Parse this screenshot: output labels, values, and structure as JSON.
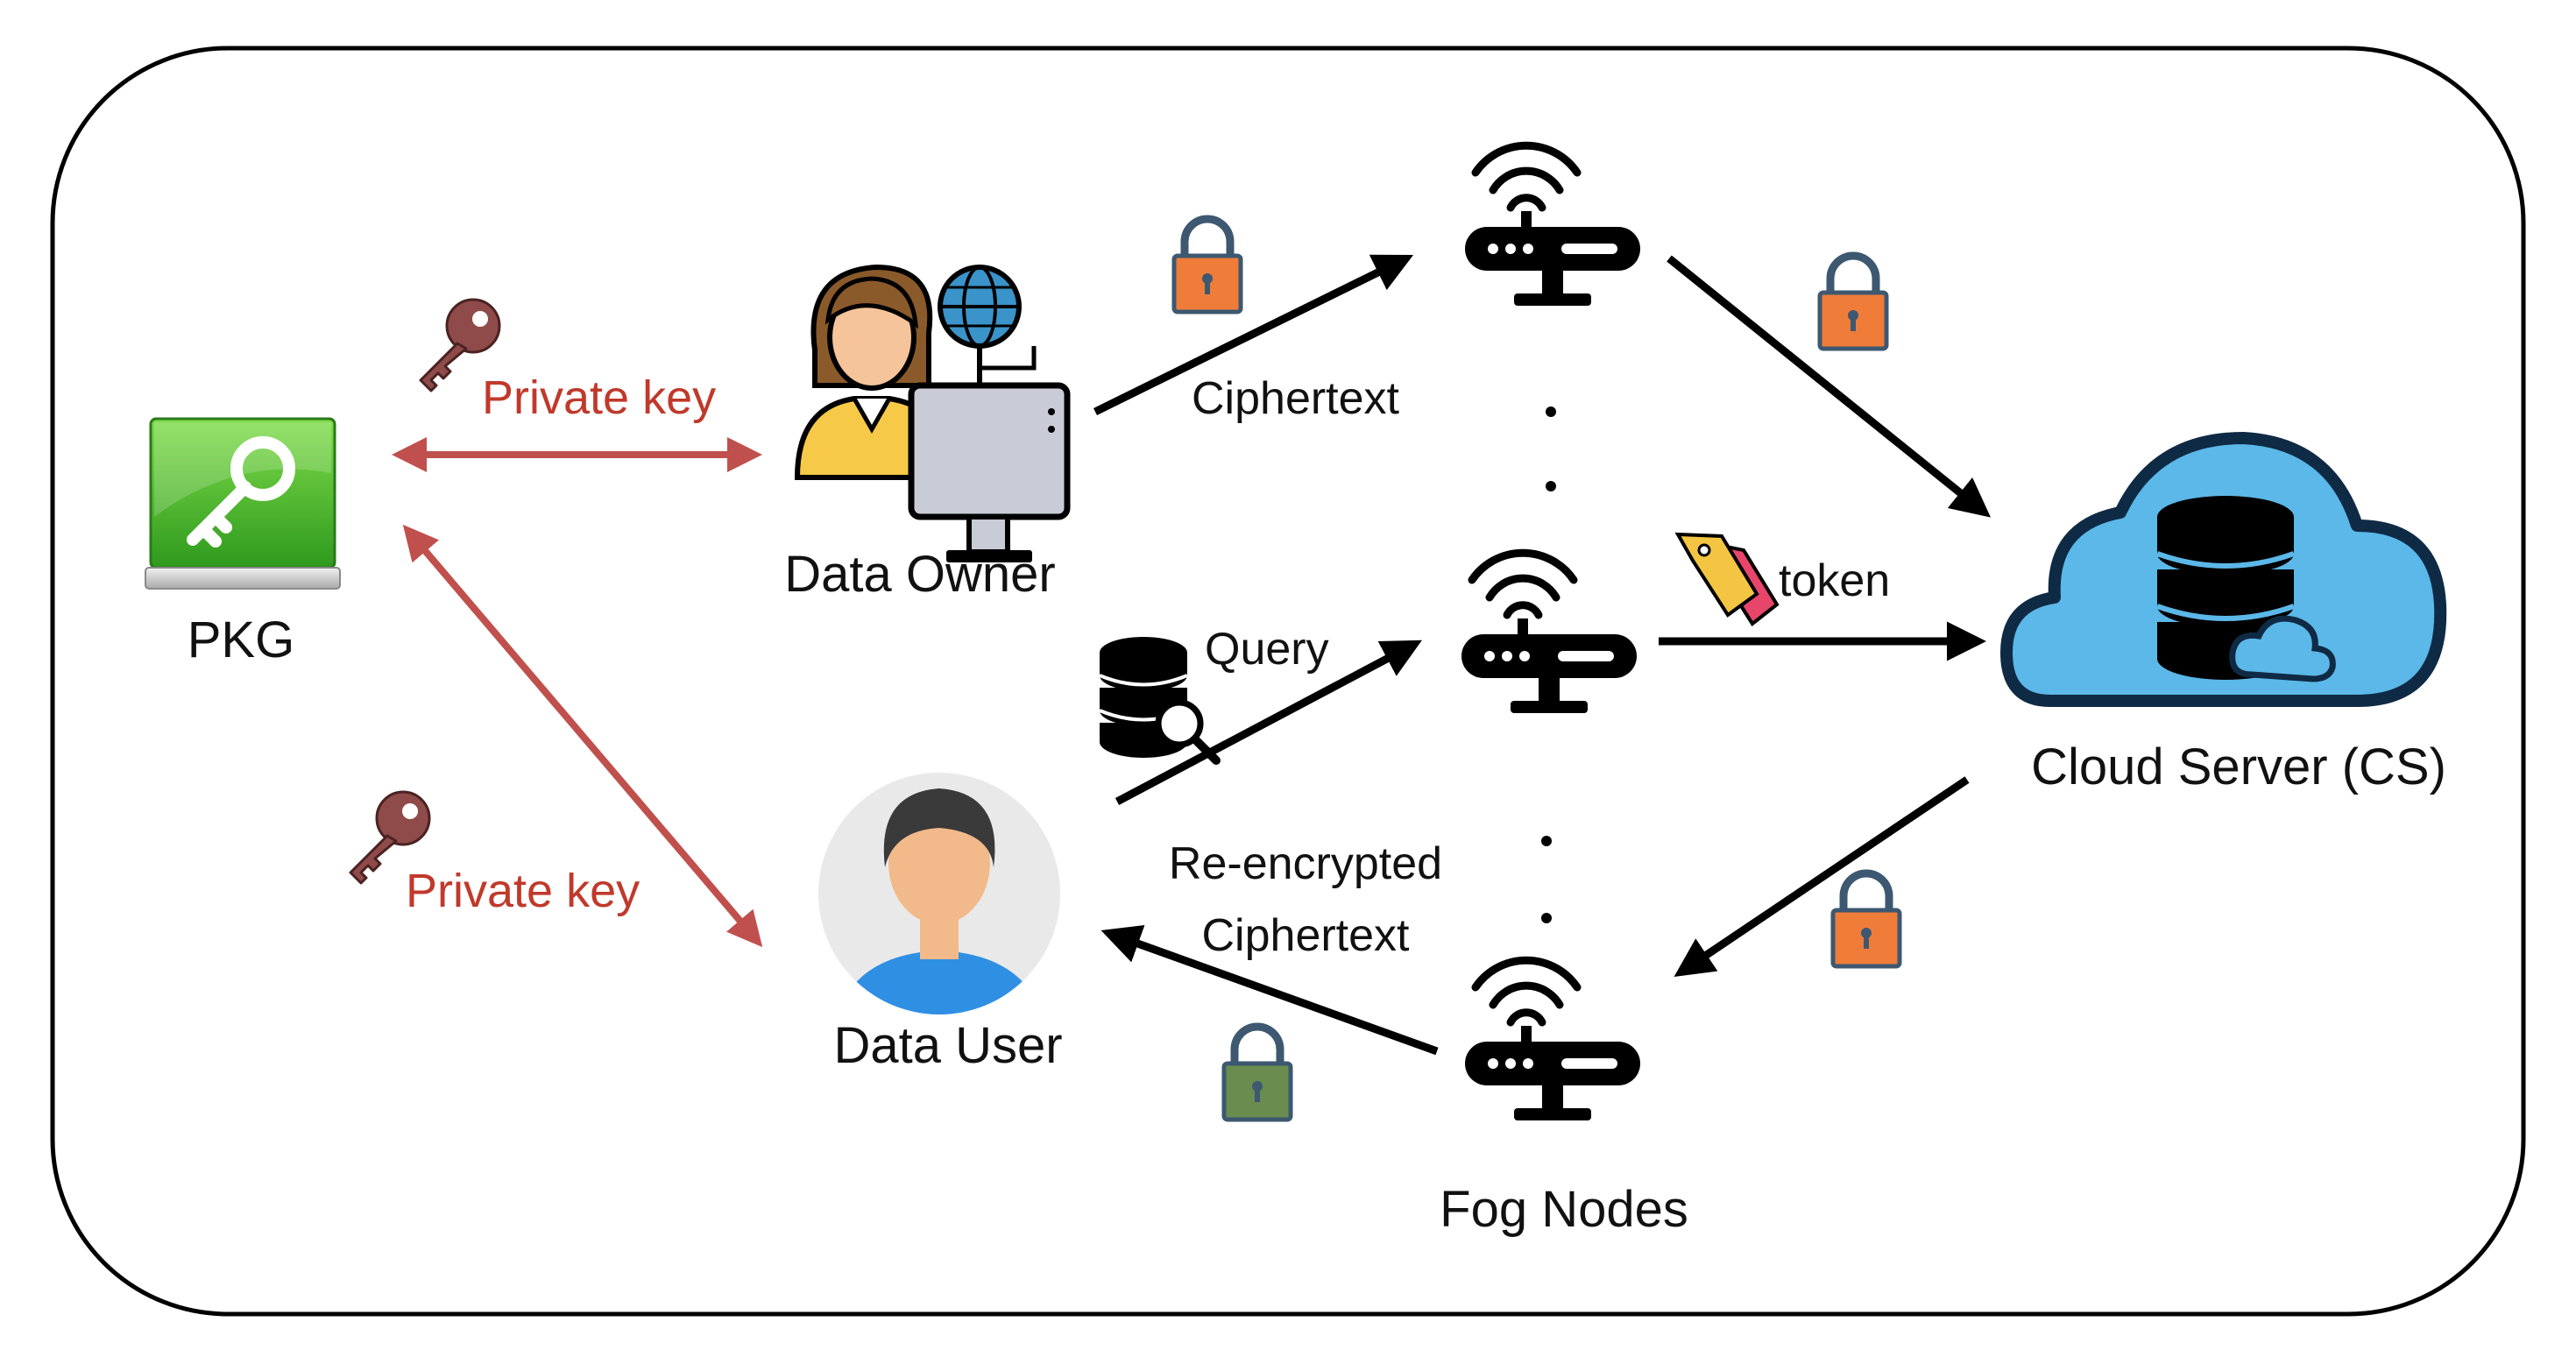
{
  "labels": {
    "pkg": "PKG",
    "data_owner": "Data Owner",
    "data_user": "Data User",
    "fog_nodes": "Fog Nodes",
    "cloud_server": "Cloud Server (CS)",
    "private_key_owner": "Private key",
    "private_key_user": "Private key",
    "ciphertext": "Ciphertext",
    "query": "Query",
    "token": "token",
    "reencrypted_line1": "Re-encrypted",
    "reencrypted_line2": "Ciphertext"
  },
  "colors": {
    "key_arrow": "#c0504d",
    "key_text": "#c0392b",
    "flow_arrow": "#000000",
    "lock_orange": "#f07c3a",
    "lock_green": "#6a8c4f",
    "lock_shackle": "#3d5870",
    "key_icon": "#8f4a4a",
    "cloud_fill": "#5bb8e8",
    "cloud_outline": "#0f2a44",
    "pkg_green": "#3fb52a",
    "tag_yellow": "#f4c542",
    "tag_pink": "#e8456b"
  },
  "icons": {
    "pkg": "key-card-icon",
    "data_owner": "person-with-computer-icon",
    "data_user": "user-avatar-icon",
    "fog_node": "wifi-router-icon",
    "cloud_server": "cloud-database-icon",
    "lock": "padlock-icon",
    "key": "key-icon",
    "query": "database-search-icon",
    "token": "tag-icon"
  }
}
